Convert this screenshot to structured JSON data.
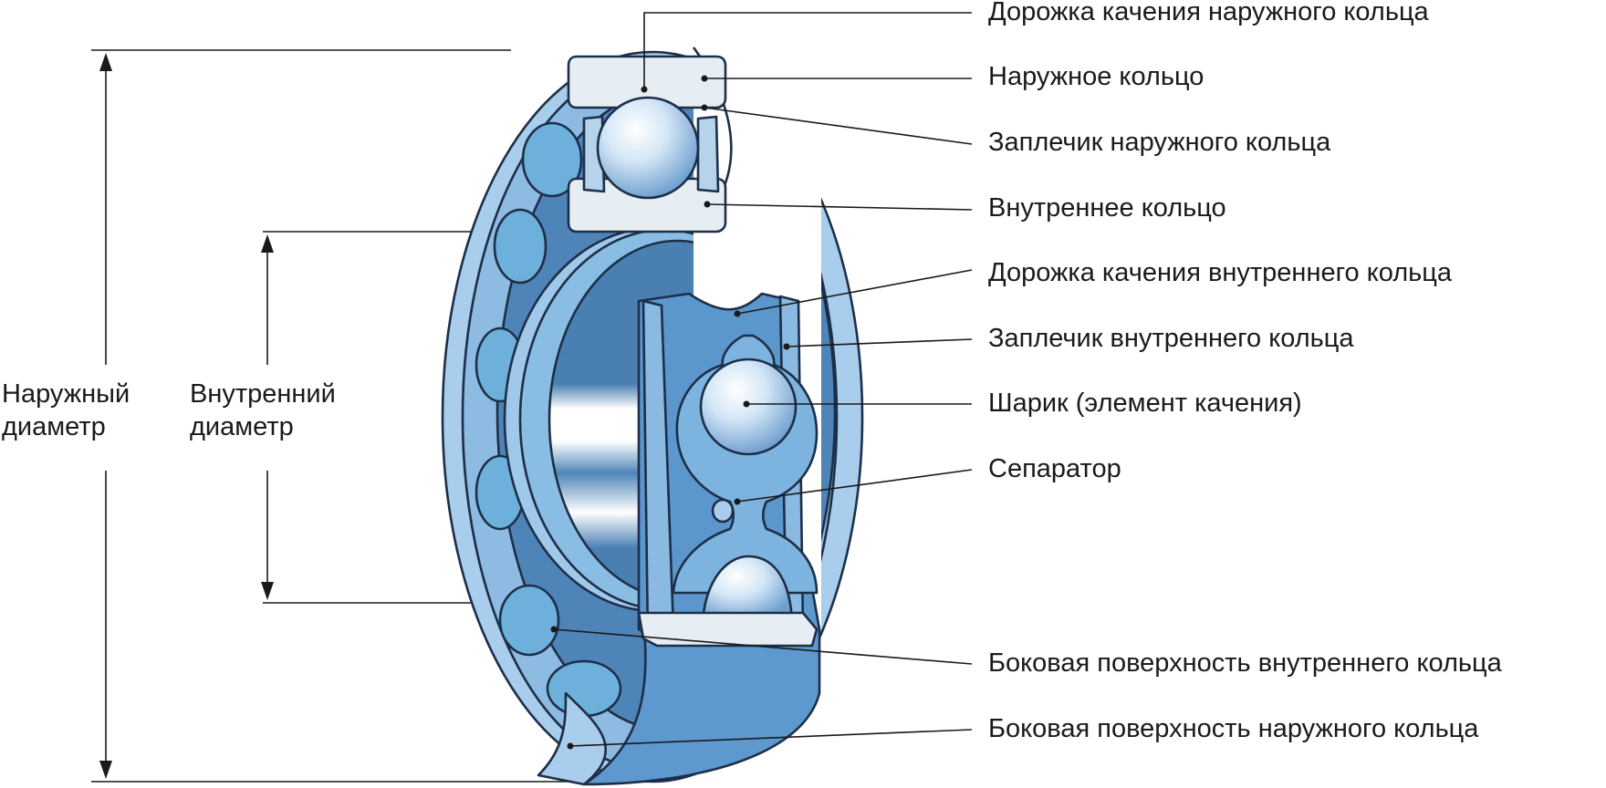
{
  "labels": {
    "outer_raceway": "Дорожка качения наружного кольца",
    "outer_ring": "Наружное кольцо",
    "outer_shoulder": "Заплечик наружного кольца",
    "inner_ring": "Внутреннее кольцо",
    "inner_raceway": "Дорожка качения внутреннего кольца",
    "inner_shoulder": "Заплечик внутреннего кольца",
    "ball": "Шарик (элемент качения)",
    "cage": "Сепаратор",
    "inner_side_face": "Боковая поверхность внутреннего кольца",
    "outer_side_face": "Боковая поверхность наружного кольца"
  },
  "dimensions": {
    "outer_diameter": [
      "Наружный",
      "диаметр"
    ],
    "inner_diameter": [
      "Внутренний",
      "диаметр"
    ]
  },
  "colors": {
    "ring_light": "#a9cdec",
    "ring_mid": "#6fa6d6",
    "ring_dark": "#4d80b3",
    "section": "#e6eef3",
    "ball": "#dcebf8",
    "outline": "#1d2f48"
  }
}
